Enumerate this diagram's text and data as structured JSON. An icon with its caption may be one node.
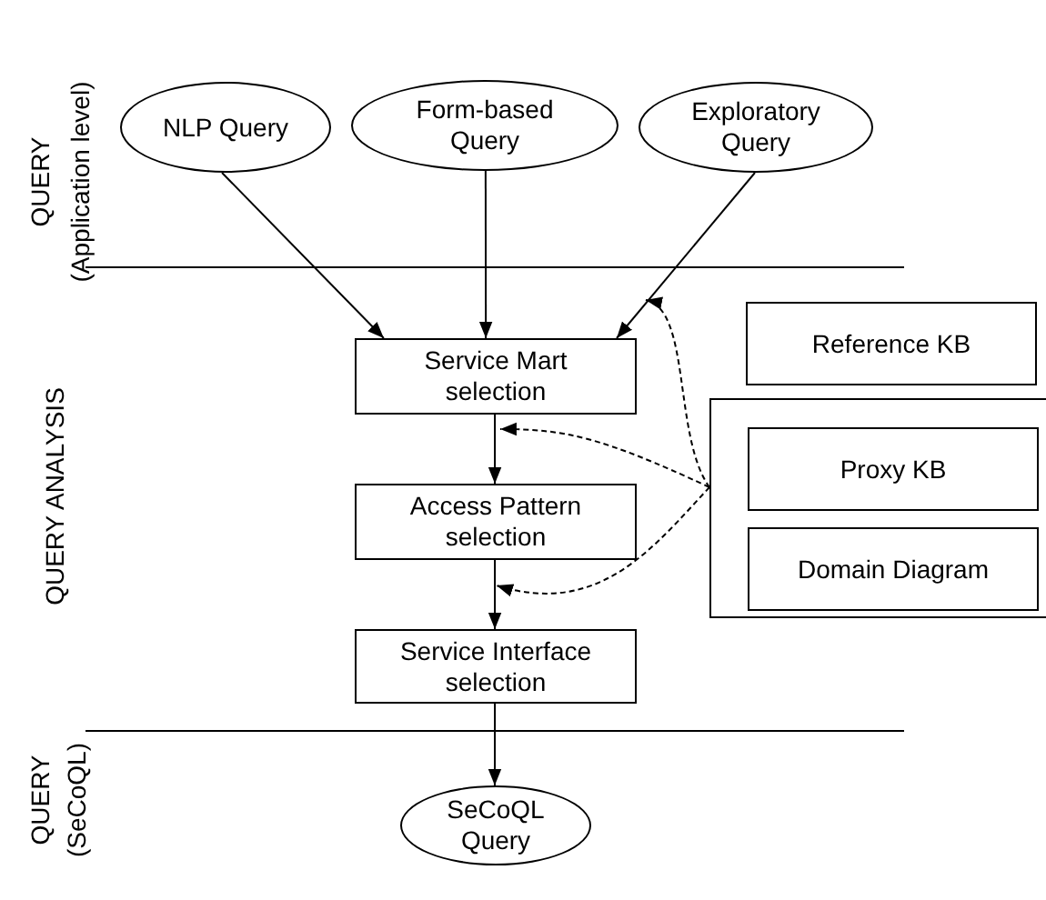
{
  "diagram": {
    "nodes": [
      {
        "text": [
          "NLP Query"
        ]
      },
      {
        "text": [
          "Form-based Query"
        ]
      },
      {
        "text": [
          "Exploratory Query"
        ]
      },
      {
        "text": [
          "Service Mart selection"
        ]
      },
      {
        "text": [
          "Access Pattern selection"
        ]
      },
      {
        "text": [
          "Service Interface selection"
        ]
      },
      {
        "text": [
          "SeCoQL Query"
        ]
      },
      {
        "text": [
          "Reference KB"
        ]
      },
      {
        "text": [],
        "shape": "box"
      },
      {
        "text": [
          "Proxy KB"
        ],
        "in": 8
      },
      {
        "text": [
          "Domain Diagram"
        ],
        "in": 8
      }
    ],
    "edges": [
      {
        "from": 0,
        "to": 3,
        "arrow": "to"
      },
      {
        "from": 1,
        "to": 3,
        "arrow": "to"
      },
      {
        "from": 2,
        "to": 3,
        "arrow": "to"
      },
      {
        "from": 3,
        "to": 4,
        "arrow": "to"
      },
      {
        "from": 4,
        "to": 5,
        "arrow": "to"
      },
      {
        "from": 5,
        "to": 6,
        "arrow": "to"
      },
      {
        "from": 8,
        "to": 3,
        "arrow": "to",
        "style": "dashed"
      },
      {
        "from": 8,
        "to": 3,
        "arrow": "to",
        "style": "dashed"
      },
      {
        "from": 8,
        "to": 4,
        "arrow": "to",
        "style": "dashed"
      }
    ],
    "labels": [
      "QUERY",
      "(Application level)",
      "QUERY ANALYSIS",
      "QUERY",
      "(SeCoQL)"
    ]
  }
}
